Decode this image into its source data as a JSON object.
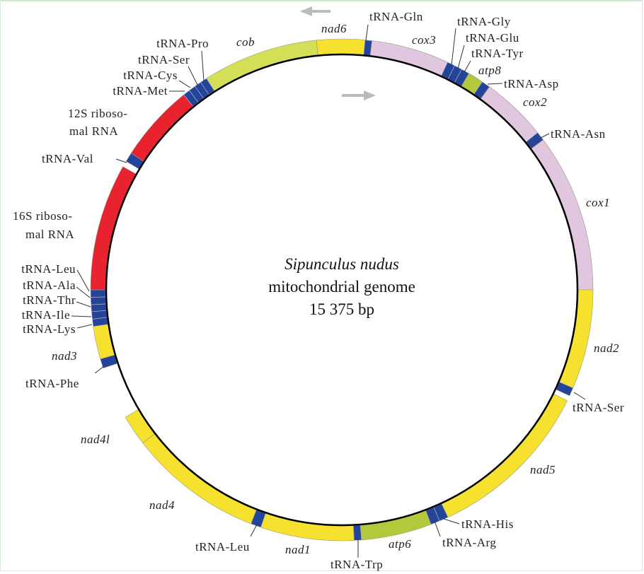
{
  "title": {
    "species": "Sipunculus nudus",
    "subtitle": "mitochondrial genome",
    "size": "15 375 bp"
  },
  "colors": {
    "protein_yellow": "#f6e12f",
    "cob": "#d4df58",
    "cox": "#e1c6df",
    "atp": "#b3c93b",
    "trna": "#24449a",
    "rrna": "#e8222f"
  },
  "labels": {
    "nad6": "nad6",
    "trna_gln": "tRNA-Gln",
    "cox3": "cox3",
    "trna_gly": "tRNA-Gly",
    "trna_glu": "tRNA-Glu",
    "trna_tyr": "tRNA-Tyr",
    "atp8": "atp8",
    "trna_asp": "tRNA-Asp",
    "cox2": "cox2",
    "trna_asn": "tRNA-Asn",
    "cox1": "cox1",
    "nad2": "nad2",
    "trna_ser2": "tRNA-Ser",
    "nad5": "nad5",
    "trna_his": "tRNA-His",
    "trna_arg": "tRNA-Arg",
    "atp6": "atp6",
    "trna_trp": "tRNA-Trp",
    "nad1": "nad1",
    "trna_leu2": "tRNA-Leu",
    "nad4": "nad4",
    "nad4l": "nad4l",
    "trna_phe": "tRNA-Phe",
    "nad3": "nad3",
    "trna_lys": "tRNA-Lys",
    "trna_ile": "tRNA-Ile",
    "trna_thr": "tRNA-Thr",
    "trna_ala": "tRNA-Ala",
    "trna_leu1": "tRNA-Leu",
    "rrna16s_1": "16S riboso-",
    "rrna16s_2": "mal RNA",
    "trna_val": "tRNA-Val",
    "rrna12s_1": "12S riboso-",
    "rrna12s_2": "mal RNA",
    "trna_met": "tRNA-Met",
    "trna_cys": "tRNA-Cys",
    "trna_ser1": "tRNA-Ser",
    "trna_pro": "tRNA-Pro",
    "cob": "cob"
  },
  "strand_arrows": [
    "left-arrow",
    "right-arrow"
  ]
}
